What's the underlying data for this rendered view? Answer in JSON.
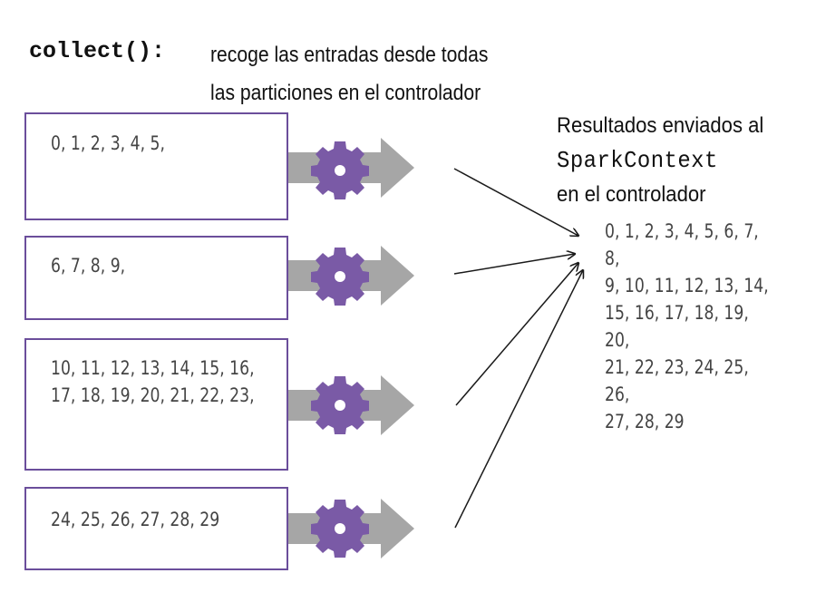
{
  "header": {
    "function": "collect():",
    "description_line1": "recoge las entradas desde todas",
    "description_line2": "las particiones en el controlador"
  },
  "partitions": [
    {
      "values": "0, 1, 2, 3, 4, 5,"
    },
    {
      "values": "6, 7, 8, 9,"
    },
    {
      "values": "10, 11, 12, 13, 14, 15, 16,\n17, 18, 19, 20, 21, 22, 23,"
    },
    {
      "values": "24, 25, 26, 27, 28, 29"
    }
  ],
  "result": {
    "label_line1": "Resultados enviados al",
    "label_line2": "SparkContext",
    "label_line3": "en el controlador",
    "values": "0, 1, 2, 3, 4, 5, 6, 7, 8,\n9, 10, 11, 12, 13, 14,\n15, 16, 17, 18, 19, 20,\n21, 22, 23, 24, 25, 26,\n27, 28, 29"
  },
  "colors": {
    "partition_border": "#6b4e9b",
    "gear_fill": "#7a5aa6",
    "arrow_fill": "#a6a6a6",
    "line": "#1a1a1a"
  }
}
